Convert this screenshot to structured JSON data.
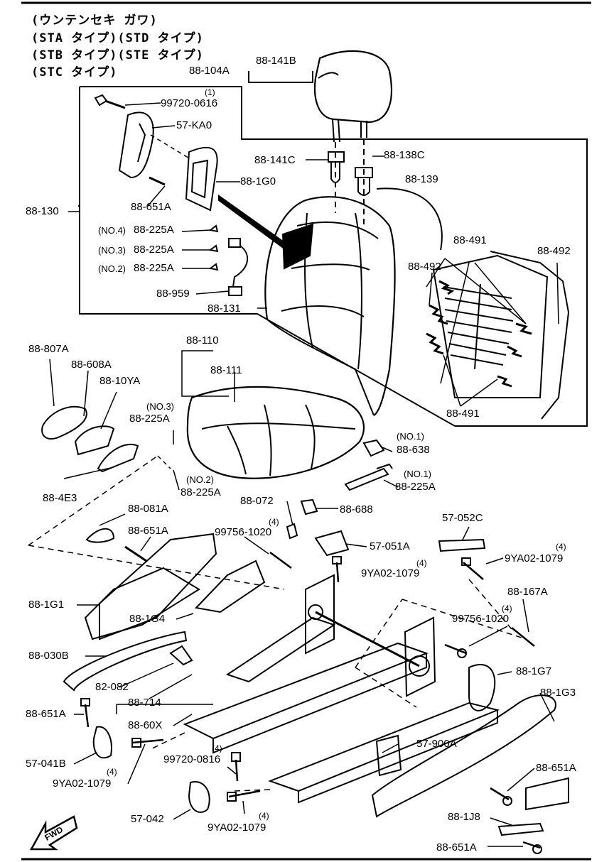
{
  "header": {
    "line1": "(ウンテンセキ ガワ)",
    "line2": "(STA タイプ)(STD タイプ)",
    "line3": "(STB タイプ)(STE タイプ)",
    "line4": "(STC タイプ)"
  },
  "labels": {
    "p88_104A": "88-104A",
    "p88_141B": "88-141B",
    "p99720_0616": "99720-0616",
    "q1": "(1)",
    "p57_KA0": "57-KA0",
    "p88_141C": "88-141C",
    "p88_138C": "88-138C",
    "p88_1G0": "88-1G0",
    "p88_139": "88-139",
    "p88_651A_a": "88-651A",
    "p88_130": "88-130",
    "no4": "(NO.4)",
    "p88_225A_a": "88-225A",
    "no3a": "(NO.3)",
    "p88_225A_b": "88-225A",
    "no2a": "(NO.2)",
    "p88_225A_c": "88-225A",
    "p88_959": "88-959",
    "p88_131": "88-131",
    "p88_491_a": "88-491",
    "p88_492_a": "88-492",
    "p88_492_b": "88-492",
    "p88_491_b": "88-491",
    "p88_807A": "88-807A",
    "p88_608A": "88-608A",
    "p88_10YA": "88-10YA",
    "p88_110": "88-110",
    "p88_111": "88-111",
    "no3b": "(NO.3)",
    "p88_225A_d": "88-225A",
    "no1a": "(NO.1)",
    "p88_638": "88-638",
    "no2b": "(NO.2)",
    "p88_225A_e": "88-225A",
    "no1b": "(NO.1)",
    "p88_225A_f": "88-225A",
    "p88_4E3": "88-4E3",
    "p88_072": "88-072",
    "p88_688": "88-688",
    "p88_081A": "88-081A",
    "q4a": "(4)",
    "p99756_1020_a": "99756-1020",
    "p57_052C": "57-052C",
    "p88_651A_b": "88-651A",
    "p57_051A": "57-051A",
    "q4b": "(4)",
    "p9YA02_1079_a": "9YA02-1079",
    "q4c": "(4)",
    "p9YA02_1079_b": "9YA02-1079",
    "p88_1G1": "88-1G1",
    "p88_167A": "88-167A",
    "p88_1G4": "88-1G4",
    "q4d": "(4)",
    "p99756_1020_b": "99756-1020",
    "p88_030B": "88-030B",
    "p88_1G7": "88-1G7",
    "p82_082": "82-082",
    "p88_1G3": "88-1G3",
    "p88_714": "88-714",
    "p88_651A_c": "88-651A",
    "p88_60X": "88-60X",
    "p57_900A": "57-900A",
    "p57_041B": "57-041B",
    "q4e": "(4)",
    "p99720_0816": "99720-0816",
    "q4f": "(4)",
    "p9YA02_1079_c": "9YA02-1079",
    "p88_651A_d": "88-651A",
    "p88_1J8": "88-1J8",
    "p57_042": "57-042",
    "q4g": "(4)",
    "p9YA02_1079_d": "9YA02-1079",
    "p88_651A_e": "88-651A",
    "fwd": "FWD"
  }
}
